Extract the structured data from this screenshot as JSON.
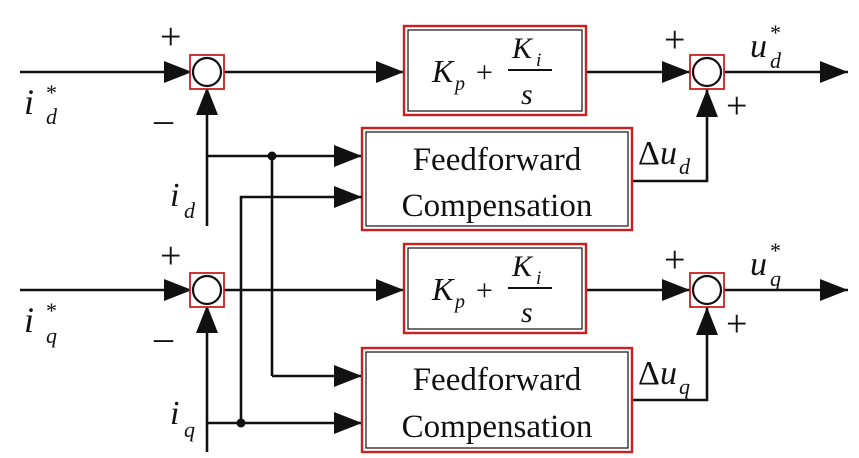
{
  "diagram": {
    "d_axis": {
      "ref_var": "i",
      "ref_sub": "d",
      "ref_sup": "*",
      "fb_var": "i",
      "fb_sub": "d",
      "sign_plus": "+",
      "sign_minus": "–",
      "pi": {
        "k": "K",
        "p_sub": "p",
        "op": "+",
        "num_k": "K",
        "num_sub": "i",
        "den": "s"
      },
      "ff_line1": "Feedforward",
      "ff_line2": "Compensation",
      "du_delta": "Δ",
      "du_var": "u",
      "du_sub": "d",
      "out_var": "u",
      "out_sub": "d",
      "out_sup": "*",
      "out_sign_top": "+",
      "out_sign_right": "+"
    },
    "q_axis": {
      "ref_var": "i",
      "ref_sub": "q",
      "ref_sup": "*",
      "fb_var": "i",
      "fb_sub": "q",
      "sign_plus": "+",
      "sign_minus": "–",
      "pi": {
        "k": "K",
        "p_sub": "p",
        "op": "+",
        "num_k": "K",
        "num_sub": "i",
        "den": "s"
      },
      "ff_line1": "Feedforward",
      "ff_line2": "Compensation",
      "du_delta": "Δ",
      "du_var": "u",
      "du_sub": "q",
      "out_var": "u",
      "out_sub": "q",
      "out_sup": "*",
      "out_sign_top": "+",
      "out_sign_right": "+"
    }
  }
}
